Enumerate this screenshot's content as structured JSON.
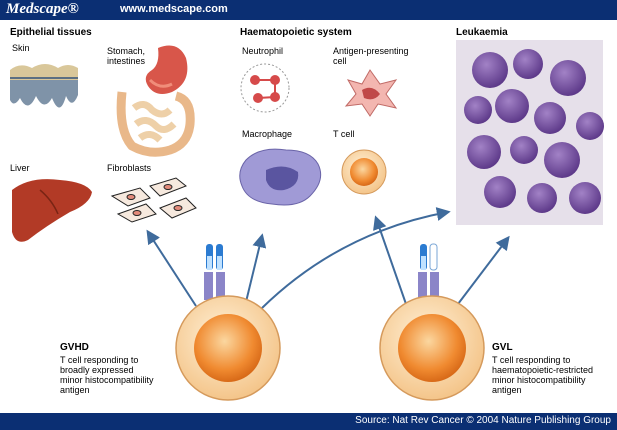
{
  "header": {
    "logo": "Medscape®",
    "url": "www.medscape.com"
  },
  "footer": {
    "source": "Source: Nat Rev Cancer © 2004 Nature Publishing Group"
  },
  "sections": {
    "epithelial": {
      "title": "Epithelial tissues",
      "skin": "Skin",
      "stomach": "Stomach,\nintestines",
      "liver": "Liver",
      "fibroblasts": "Fibroblasts"
    },
    "haematopoietic": {
      "title": "Haematopoietic system",
      "neutrophil": "Neutrophil",
      "apc": "Antigen-presenting\ncell",
      "macrophage": "Macrophage",
      "tcell": "T cell"
    },
    "leukaemia": {
      "title": "Leukaemia"
    }
  },
  "gvhd": {
    "title": "GVHD",
    "desc": "T cell responding to\nbroadly expressed\nminor histocompatibility\nantigen"
  },
  "gvl": {
    "title": "GVL",
    "desc": "T cell responding to\nhaematopoietic-restricted\nminor histocompatibility\nantigen"
  },
  "colors": {
    "banner": "#0b2f73",
    "tcell_outer": "#f5c58a",
    "tcell_inner": "#e07020",
    "arrow": "#3f6b9c",
    "leukaemia_bg": "#e6e0ea",
    "leukaemia_cell": "#7a4fa3"
  }
}
